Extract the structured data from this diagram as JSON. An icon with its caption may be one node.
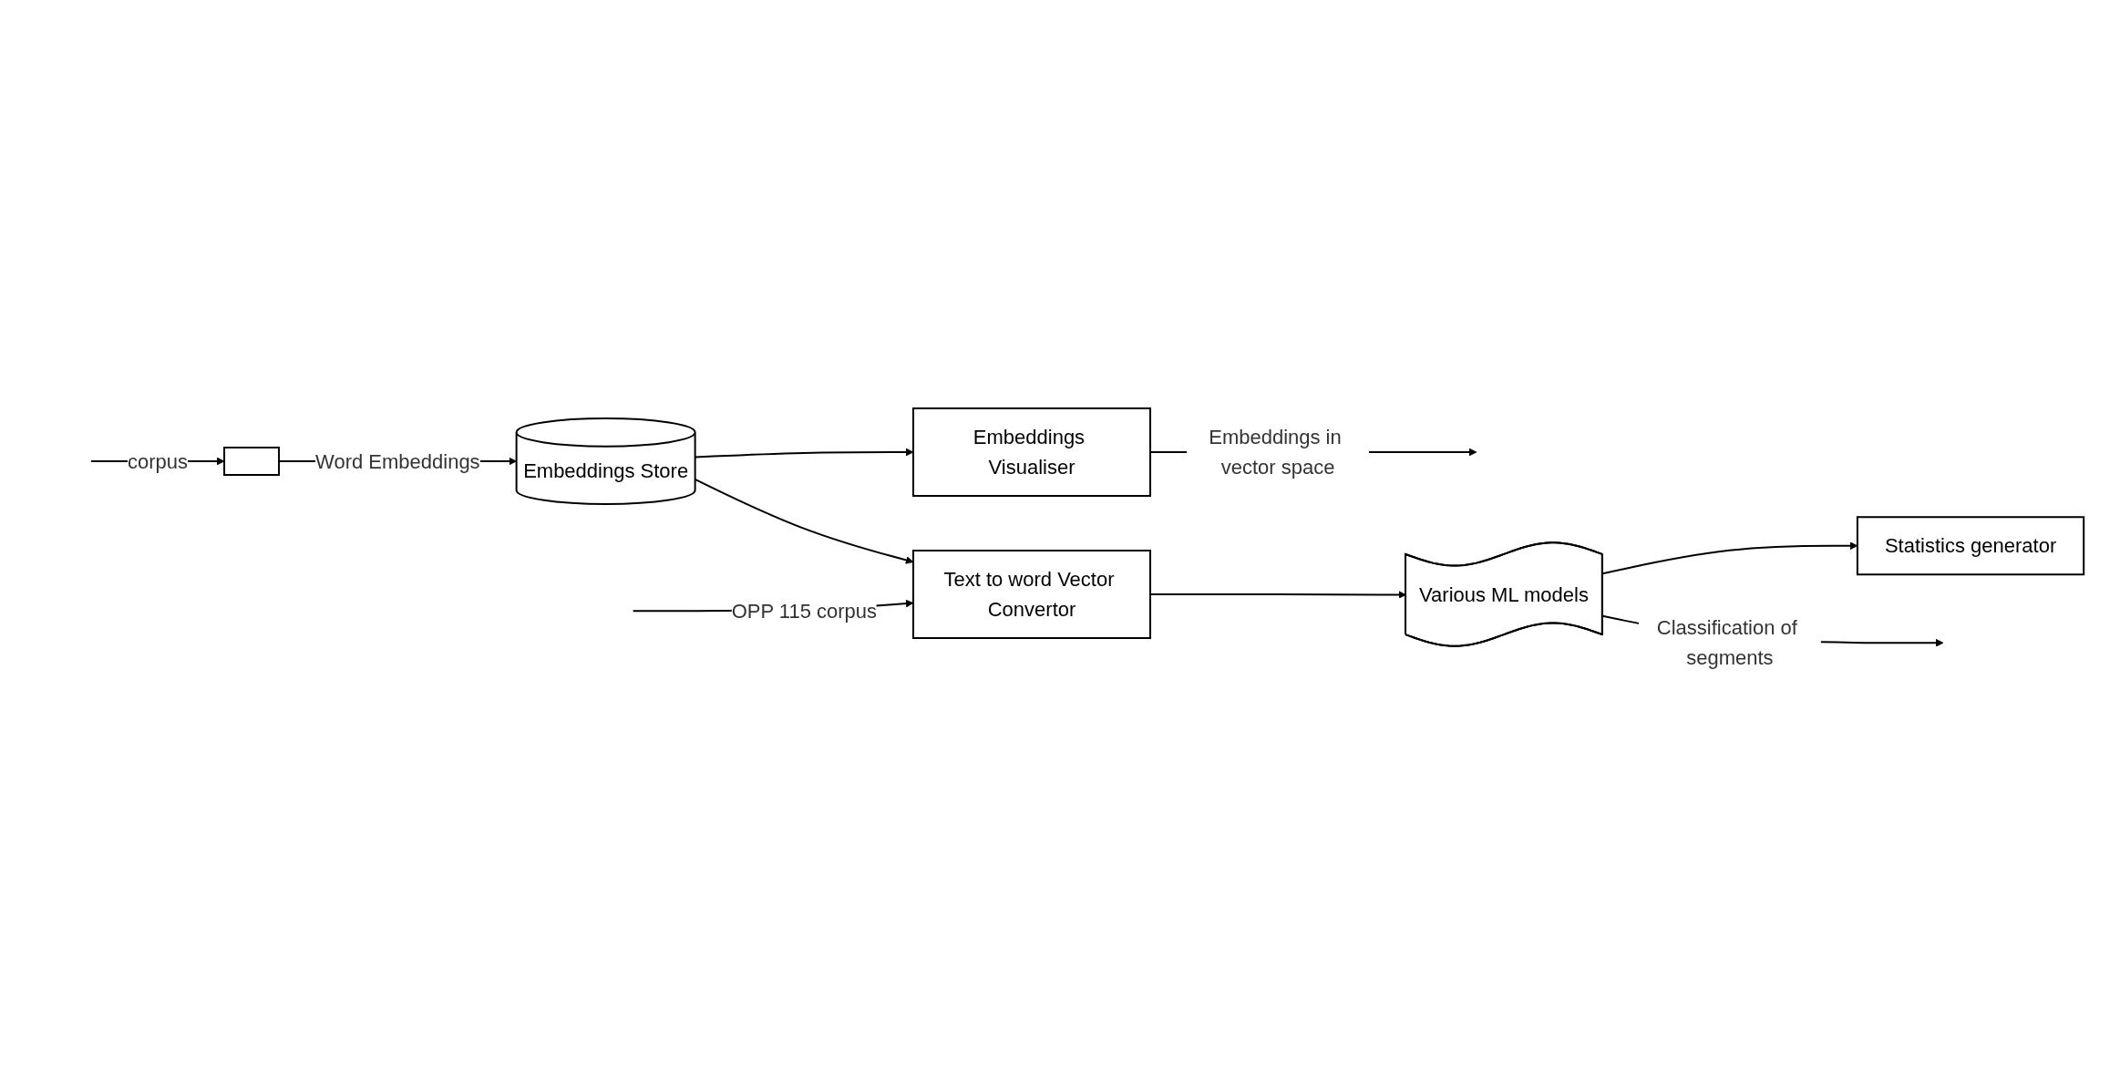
{
  "diagram": {
    "nodes": [
      {
        "text": [],
        "shape": "box"
      },
      {
        "text": [
          "Embeddings Store"
        ]
      },
      {
        "text": [
          "Embeddings Visualiser"
        ]
      },
      {
        "text": [
          "Text to word Vector Convertor"
        ]
      },
      {
        "text": [
          "Various ML models"
        ]
      },
      {
        "text": [
          "Statistics generator"
        ]
      }
    ],
    "edges": [
      {
        "from": null,
        "to": 0,
        "arrow": "to",
        "label": "corpus"
      },
      {
        "from": 0,
        "to": 1,
        "arrow": "to",
        "label": "Word Embeddings"
      },
      {
        "from": 1,
        "to": 2,
        "arrow": "to"
      },
      {
        "from": 2,
        "to": null,
        "arrow": "to",
        "label": "Embeddings in vector space"
      },
      {
        "from": 1,
        "to": 3,
        "arrow": "to"
      },
      {
        "from": null,
        "to": 3,
        "arrow": "to",
        "label": "OPP 115 corpus"
      },
      {
        "from": 3,
        "to": 4,
        "arrow": "to"
      },
      {
        "from": 4,
        "to": 5,
        "arrow": "to"
      },
      {
        "from": 4,
        "to": null,
        "arrow": "to",
        "label": "Classification of segments"
      }
    ]
  }
}
